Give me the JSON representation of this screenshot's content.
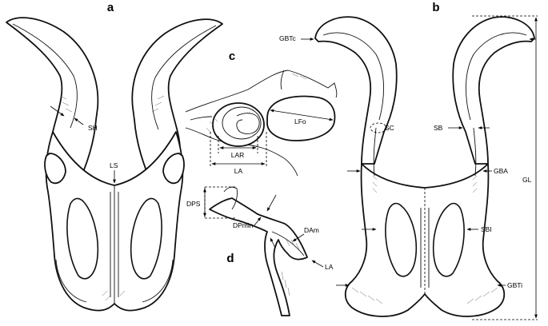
{
  "panels": {
    "a": "a",
    "b": "b",
    "c": "c",
    "d": "d"
  },
  "labels": {
    "sh": "SH",
    "ls": "LS",
    "lar": "LAR",
    "la_c": "LA",
    "lfo": "LFo",
    "dps": "DPS",
    "dpmin": "DPmin",
    "dam": "DAm",
    "la_d": "LA",
    "gbtc": "GBTc",
    "sc": "SC",
    "sb": "SB",
    "gba": "GBA",
    "gl": "GL",
    "sbi": "SBI",
    "gbti": "GBTi"
  }
}
